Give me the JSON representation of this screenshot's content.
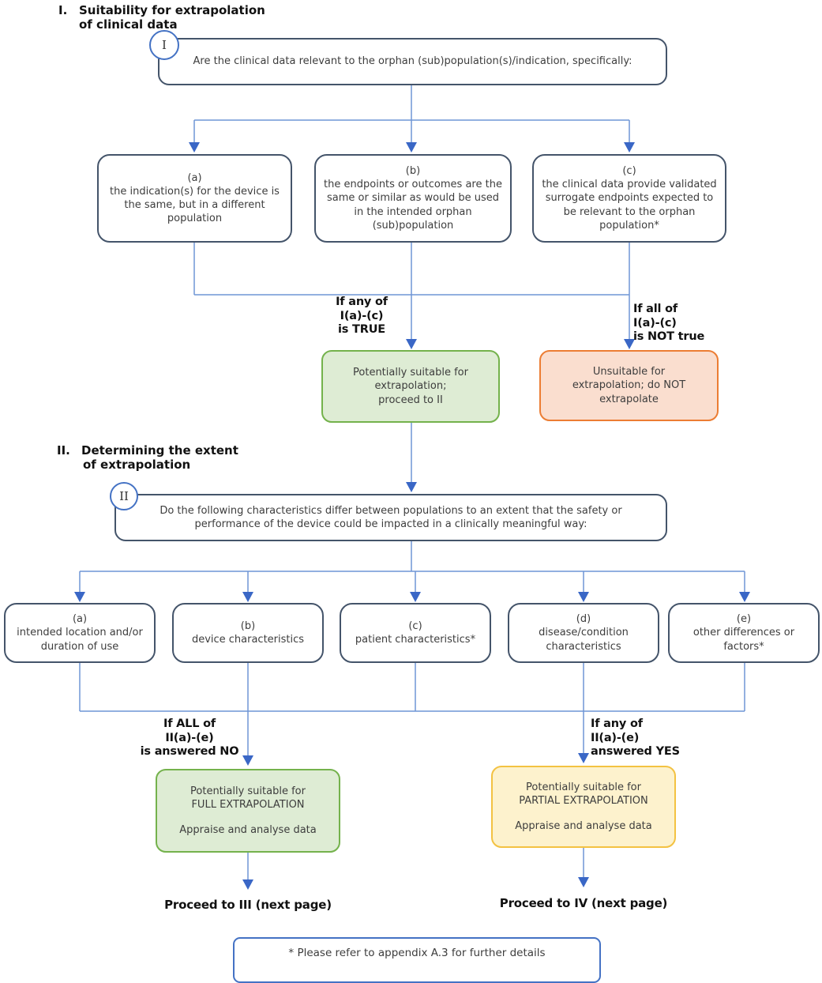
{
  "s1": {
    "num": "I.",
    "title1": "Suitability for extrapolation",
    "title2": "of clinical data",
    "marker": "I",
    "question": "Are the clinical data relevant to the orphan (sub)population(s)/indication, specifically:",
    "a": {
      "label": "(a)",
      "text": "the indication(s) for the device is the same, but in a different population"
    },
    "b": {
      "label": "(b)",
      "text": "the endpoints or outcomes are the same or similar as would be used in the intended orphan (sub)population"
    },
    "c": {
      "label": "(c)",
      "text": "the clinical data provide validated surrogate endpoints expected to be relevant to the orphan population*"
    },
    "true_label": [
      "If any of",
      "I(a)-(c)",
      "is TRUE"
    ],
    "not_true_label": [
      "If all of",
      "I(a)-(c)",
      "is NOT true"
    ],
    "suitable": [
      "Potentially suitable for",
      "extrapolation;",
      "proceed to II"
    ],
    "unsuitable": [
      "Unsuitable for",
      "extrapolation; do NOT",
      "extrapolate"
    ]
  },
  "s2": {
    "num": "II.",
    "title1": "Determining the extent",
    "title2": "of extrapolation",
    "marker": "II",
    "question": "Do the following characteristics differ between populations to an extent that the safety or performance of the device could be impacted in a clinically meaningful way:",
    "a": {
      "label": "(a)",
      "text": "intended location and/or duration of use"
    },
    "b": {
      "label": "(b)",
      "text": "device characteristics"
    },
    "c": {
      "label": "(c)",
      "text": "patient characteristics*"
    },
    "d": {
      "label": "(d)",
      "text": "disease/condition characteristics"
    },
    "e": {
      "label": "(e)",
      "text": "other differences or factors*"
    },
    "no_label": [
      "If ALL of",
      "II(a)-(e)",
      "is answered NO"
    ],
    "yes_label": [
      "If any of",
      "II(a)-(e)",
      "answered YES"
    ],
    "full": {
      "line1": "Potentially suitable for",
      "line2": "FULL EXTRAPOLATION",
      "action": "Appraise and analyse data"
    },
    "partial": {
      "line1": "Potentially suitable for",
      "line2": "PARTIAL EXTRAPOLATION",
      "action": "Appraise and analyse data"
    },
    "proceed_full": "Proceed to III (next page)",
    "proceed_partial": "Proceed to IV (next page)"
  },
  "footnote": "* Please refer to appendix A.3 for further details"
}
